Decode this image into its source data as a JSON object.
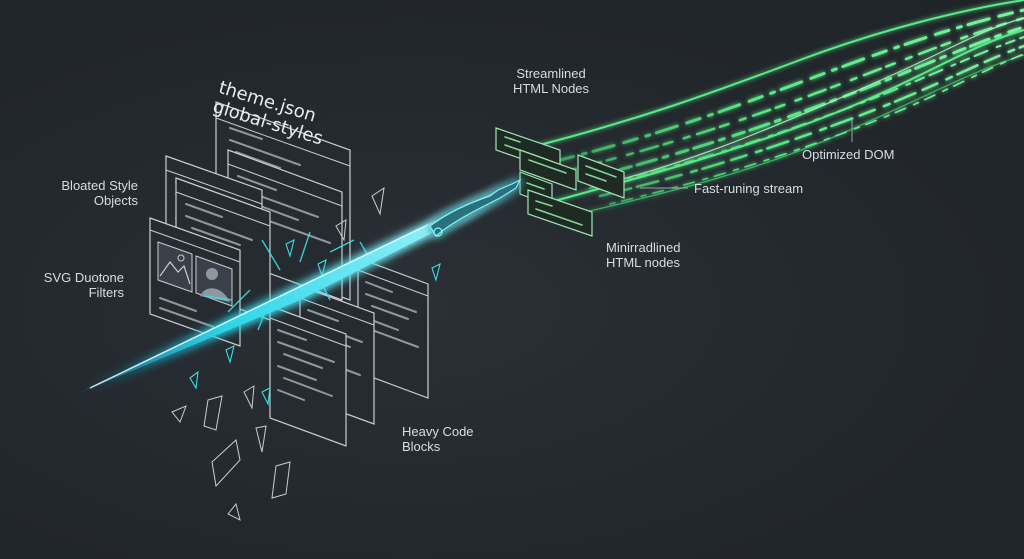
{
  "labels": {
    "theme_line1": "theme.json",
    "theme_line2": "global-styles",
    "bloated": "Bloated Style\nObjects",
    "svg": "SVG Duotone\nFilters",
    "heavy": "Heavy Code\nBlocks",
    "streamlined": "Streamlined\nHTML Nodes",
    "optimized": "Optimized DOM",
    "stream": "Fast-runing stream",
    "minified": "Minirradlined\nHTML nodes"
  },
  "colors": {
    "background": "#23282d",
    "blade": "#38e0e6",
    "stream": "#4ce07a",
    "outline": "#c9ced3",
    "text": "#d8dde2"
  },
  "icons": {
    "blade": "sword-blade-icon",
    "image": "image-placeholder-icon",
    "code": "code-tag-icon"
  }
}
